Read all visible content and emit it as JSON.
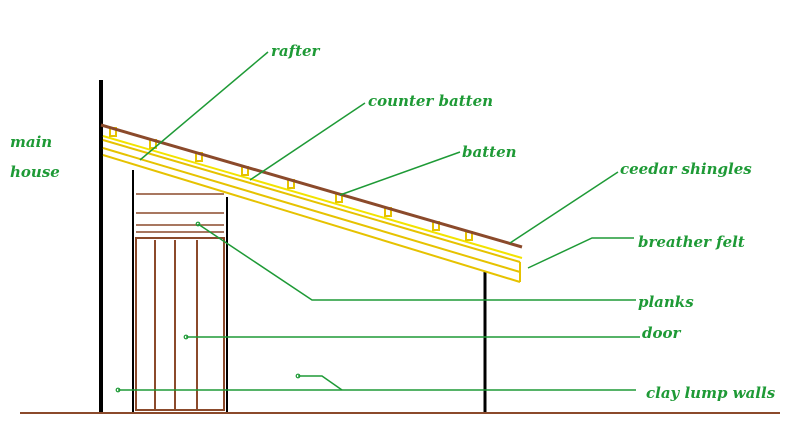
{
  "labels": {
    "main_house": [
      "main",
      "house"
    ],
    "rafter": "rafter",
    "counter_batten": "counter batten",
    "batten": "batten",
    "cedar_shingles": "ceedar shingles",
    "breather_felt": "breather felt",
    "planks": "planks",
    "door": "door",
    "clay_lump_walls": "clay lump walls"
  },
  "colors": {
    "label": "#1e9a36",
    "leader": "#1e9a36",
    "wall": "#000000",
    "ground": "#8b4a2b",
    "shingles": "#8b4a2b",
    "felt": "#f2e300",
    "rafter": "#e6c200",
    "planks": "#8b4a2b",
    "door": "#8b4a2b"
  }
}
